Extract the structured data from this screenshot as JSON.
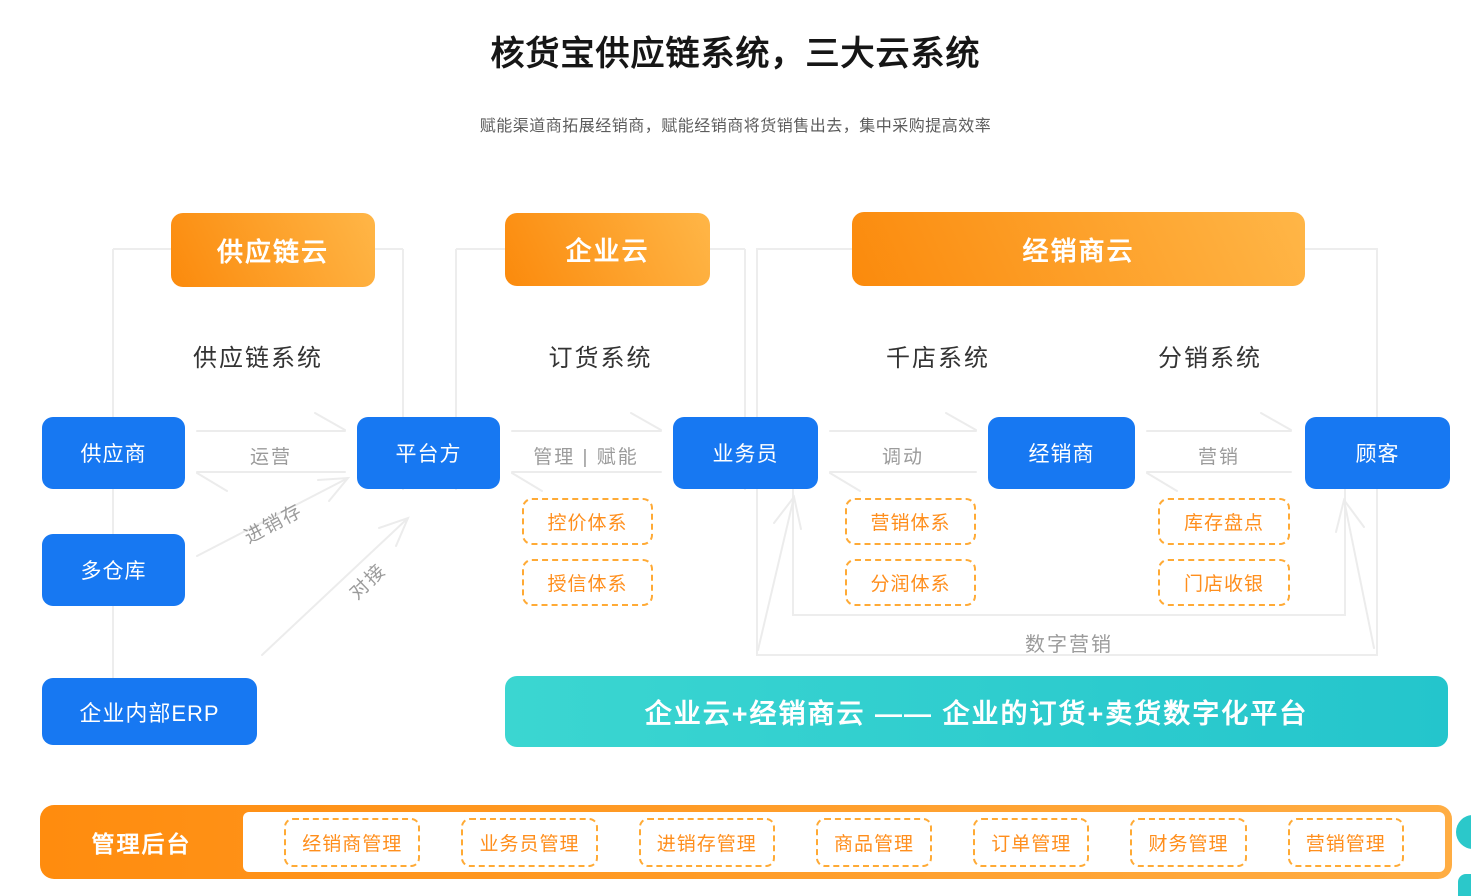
{
  "header": {
    "title": "核货宝供应链系统，三大云系统",
    "subtitle": "赋能渠道商拓展经销商，赋能经销商将货销售出去，集中采购提高效率"
  },
  "clouds": {
    "supply_chain_cloud": "供应链云",
    "enterprise_cloud": "企业云",
    "distributor_cloud": "经销商云",
    "supply_chain_system": "供应链系统",
    "ordering_system": "订货系统",
    "thousand_store_system": "千店系统",
    "distribution_system": "分销系统"
  },
  "nodes": {
    "supplier": "供应商",
    "multi_warehouse": "多仓库",
    "internal_erp": "企业内部ERP",
    "platform": "平台方",
    "salesman": "业务员",
    "distributor": "经销商",
    "customer": "顾客"
  },
  "flows": {
    "operation": "运营",
    "inventory": "进销存",
    "dock": "对接",
    "manage_empower": "管理 | 赋能",
    "dispatch": "调动",
    "marketing": "营销",
    "digital_marketing": "数字营销"
  },
  "systems": {
    "price_control": "控价体系",
    "credit": "授信体系",
    "marketing_system": "营销体系",
    "profit_sharing": "分润体系",
    "inventory_check": "库存盘点",
    "store_cashier": "门店收银"
  },
  "banner": {
    "text": "企业云+经销商云 —— 企业的订货+卖货数字化平台"
  },
  "admin": {
    "label": "管理后台",
    "items": [
      "经销商管理",
      "业务员管理",
      "进销存管理",
      "商品管理",
      "订单管理",
      "财务管理",
      "营销管理"
    ]
  },
  "colors": {
    "node_blue": "#1778F2",
    "orange_gradient_start": "#FB8A0C",
    "orange_gradient_end": "#FFB647",
    "dashed_border_orange": "#FFAA35",
    "orange_text": "#FF8E1C",
    "teal_gradient_start": "#3BD6D1",
    "teal_gradient_end": "#24C5CC",
    "line_gray": "#ECECEC",
    "label_gray": "#9B9B9B"
  }
}
